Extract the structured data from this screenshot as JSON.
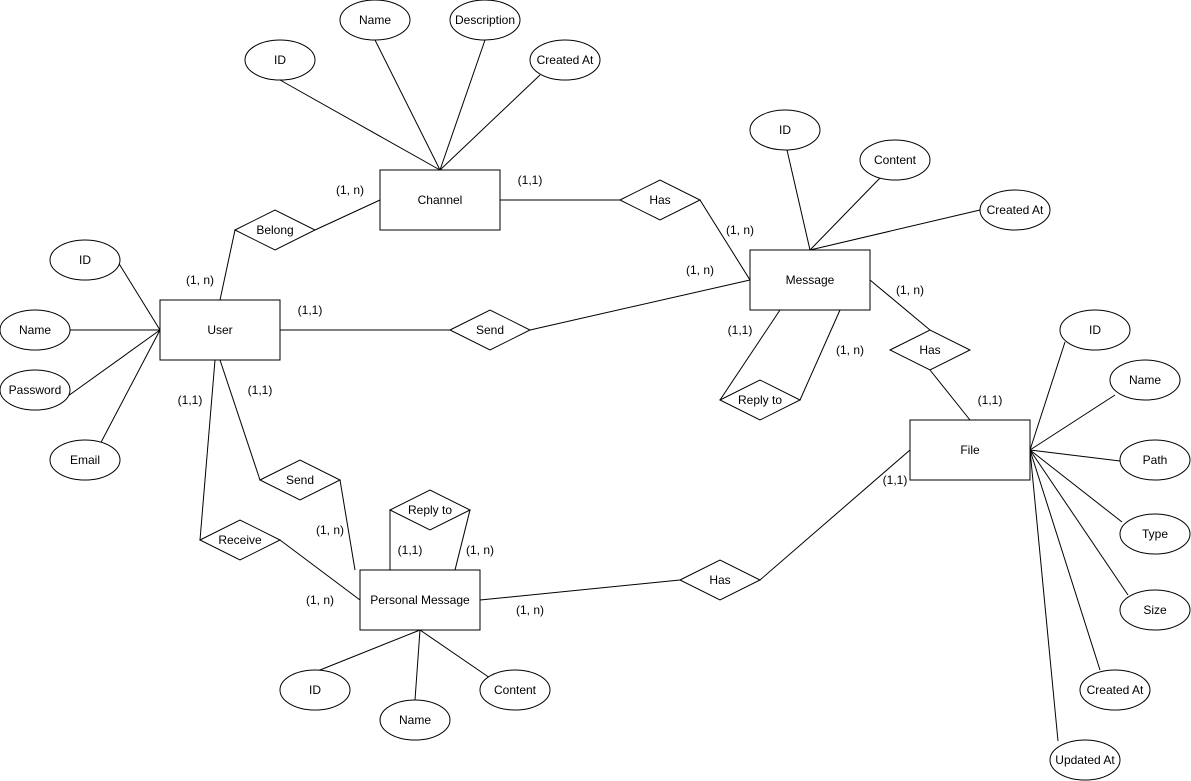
{
  "entities": {
    "user": "User",
    "channel": "Channel",
    "message": "Message",
    "personal_message": "Personal Message",
    "file": "File"
  },
  "relationships": {
    "belong": "Belong",
    "channel_has": "Has",
    "user_send_message": "Send",
    "message_reply": "Reply to",
    "message_has_file": "Has",
    "user_send_pm": "Send",
    "user_receive_pm": "Receive",
    "pm_reply": "Reply to",
    "pm_has_file": "Has"
  },
  "attributes": {
    "channel": [
      "ID",
      "Name",
      "Description",
      "Created At"
    ],
    "message": [
      "ID",
      "Content",
      "Created At"
    ],
    "user": [
      "ID",
      "Name",
      "Password",
      "Email"
    ],
    "personal_message": [
      "ID",
      "Name",
      "Content"
    ],
    "file": [
      "ID",
      "Name",
      "Path",
      "Type",
      "Size",
      "Created At",
      "Updated At"
    ]
  },
  "cardinalities": {
    "channel_belong": "(1, n)",
    "user_belong": "(1, n)",
    "channel_has": "(1,1)",
    "message_channel": "(1, n)",
    "user_send": "(1,1)",
    "message_send": "(1, n)",
    "message_reply_one": "(1,1)",
    "message_reply_many": "(1, n)",
    "message_file": "(1, n)",
    "file_message": "(1,1)",
    "user_receive": "(1,1)",
    "user_send_pm": "(1,1)",
    "pm_send": "(1, n)",
    "pm_receive": "(1, n)",
    "pm_reply_one": "(1,1)",
    "pm_reply_many": "(1, n)",
    "pm_file": "(1, n)",
    "file_pm": "(1,1)"
  }
}
